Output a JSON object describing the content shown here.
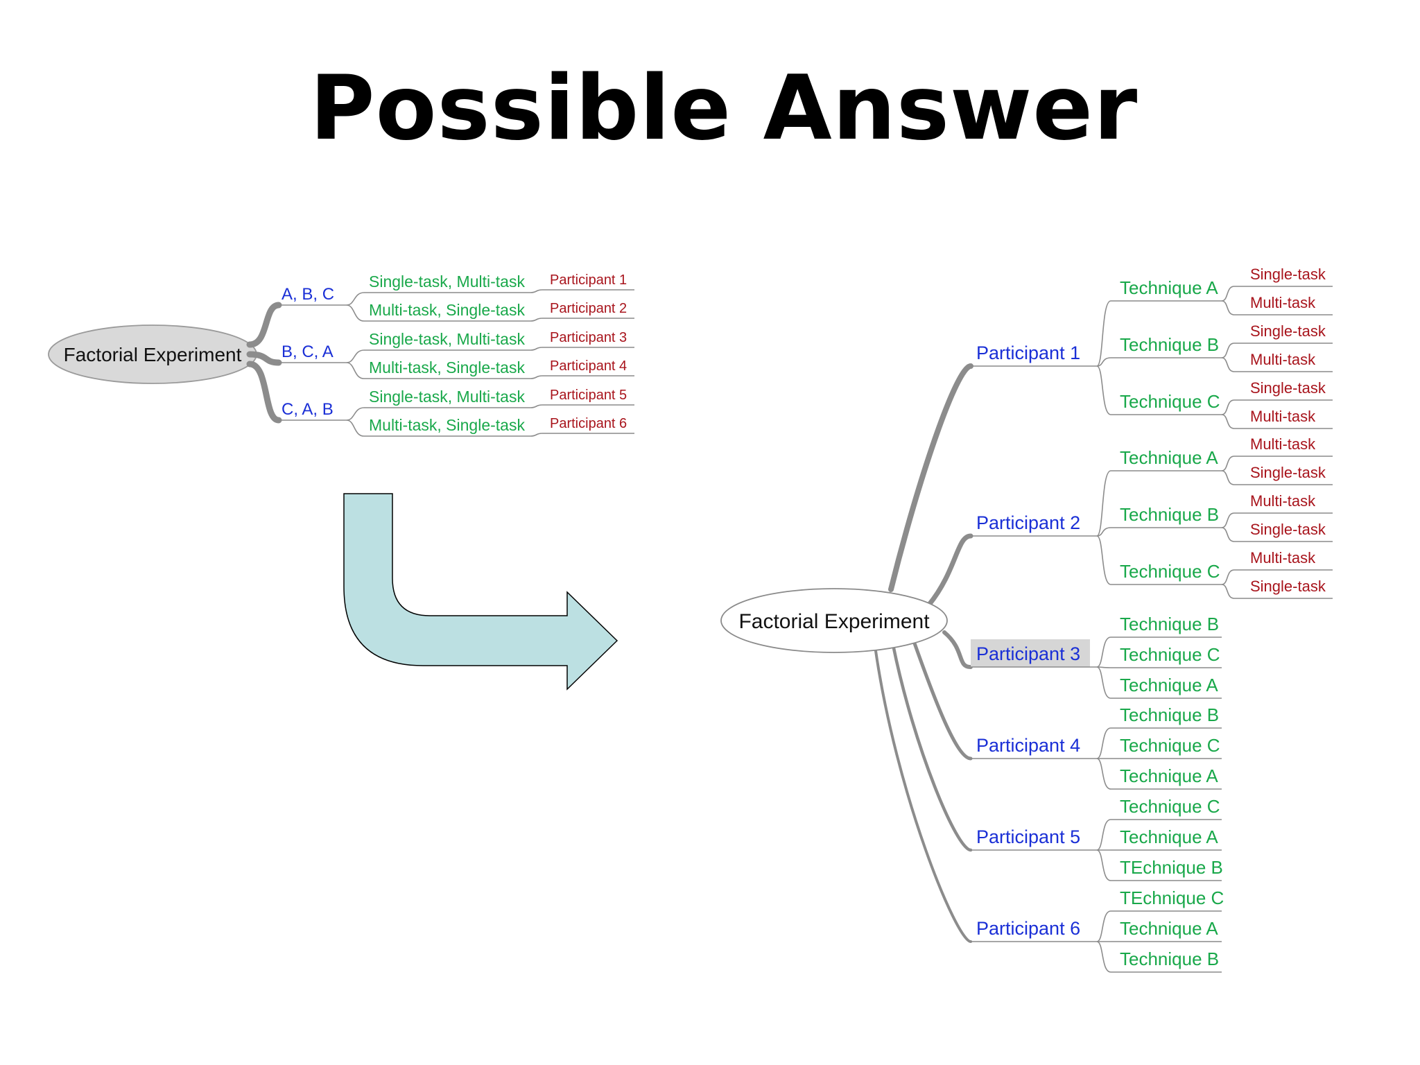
{
  "title": "Possible Answer",
  "left_map": {
    "root": "Factorial Experiment",
    "groups": [
      {
        "label": "A, B, C",
        "rows": [
          {
            "order": "Single-task, Multi-task",
            "participant": "Participant 1"
          },
          {
            "order": "Multi-task, Single-task",
            "participant": "Participant 2"
          }
        ]
      },
      {
        "label": "B, C, A",
        "rows": [
          {
            "order": "Single-task, Multi-task",
            "participant": "Participant 3"
          },
          {
            "order": "Multi-task, Single-task",
            "participant": "Participant 4"
          }
        ]
      },
      {
        "label": "C, A, B",
        "rows": [
          {
            "order": "Single-task, Multi-task",
            "participant": "Participant 5"
          },
          {
            "order": "Multi-task, Single-task",
            "participant": "Participant 6"
          }
        ]
      }
    ]
  },
  "right_map": {
    "root": "Factorial Experiment",
    "participants": [
      {
        "label": "Participant 1",
        "selected": false,
        "techniques": [
          {
            "label": "Technique A",
            "tasks": [
              "Single-task",
              "Multi-task"
            ]
          },
          {
            "label": "Technique B",
            "tasks": [
              "Single-task",
              "Multi-task"
            ]
          },
          {
            "label": "Technique C",
            "tasks": [
              "Single-task",
              "Multi-task"
            ]
          }
        ]
      },
      {
        "label": "Participant 2",
        "selected": false,
        "techniques": [
          {
            "label": "Technique A",
            "tasks": [
              "Multi-task",
              "Single-task"
            ]
          },
          {
            "label": "Technique B",
            "tasks": [
              "Multi-task",
              "Single-task"
            ]
          },
          {
            "label": "Technique C",
            "tasks": [
              "Multi-task",
              "Single-task"
            ]
          }
        ]
      },
      {
        "label": "Participant 3",
        "selected": true,
        "techniques": [
          {
            "label": "Technique B"
          },
          {
            "label": "Technique C"
          },
          {
            "label": "Technique A"
          }
        ]
      },
      {
        "label": "Participant 4",
        "selected": false,
        "techniques": [
          {
            "label": "Technique B"
          },
          {
            "label": "Technique C"
          },
          {
            "label": "Technique A"
          }
        ]
      },
      {
        "label": "Participant 5",
        "selected": false,
        "techniques": [
          {
            "label": "Technique C"
          },
          {
            "label": "Technique A"
          },
          {
            "label": "TEchnique B"
          }
        ]
      },
      {
        "label": "Participant 6",
        "selected": false,
        "techniques": [
          {
            "label": "TEchnique C"
          },
          {
            "label": "Technique A"
          },
          {
            "label": "Technique B"
          }
        ]
      }
    ]
  },
  "colors": {
    "group": "#1a2fd6",
    "technique": "#19a84a",
    "task": "#a8141c",
    "arrow_fill": "#bce0e2",
    "branch": "#8c8c8c",
    "left_root_fill": "#d9d9d9",
    "selection": "#d6d6d6"
  },
  "icons": {
    "arrow": "bent-right-arrow"
  }
}
